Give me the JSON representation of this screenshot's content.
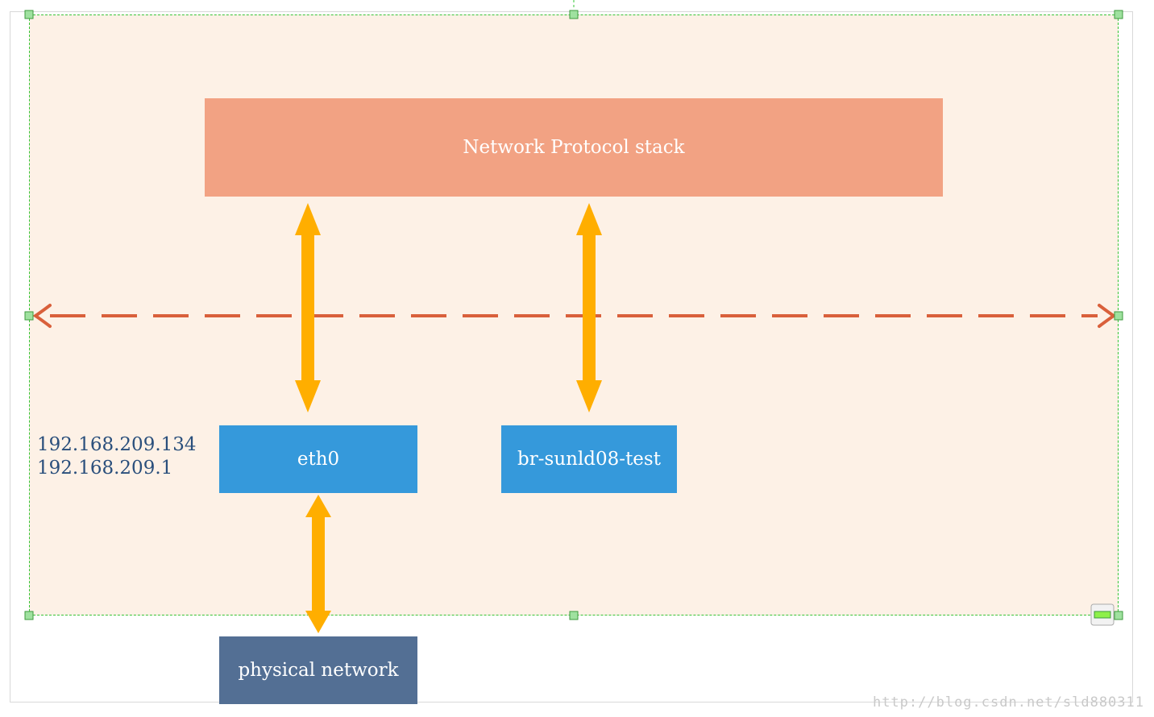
{
  "diagram": {
    "stack_label": "Network Protocol stack",
    "eth0_label": "eth0",
    "bridge_label": "br-sunld08-test",
    "physical_label": "physical network",
    "ip_addresses": [
      "192.168.209.134",
      "192.168.209.1"
    ]
  },
  "watermark": "http://blog.csdn.net/sld880311",
  "colors": {
    "container_fill": "#fdf1e6",
    "stack_box": "#f2a283",
    "interface_box": "#3599db",
    "physical_box": "#536f94",
    "arrow": "#ffae00",
    "dashed_divider": "#d9603b",
    "ip_text": "#2a4f7c",
    "selection": "#36c436"
  }
}
